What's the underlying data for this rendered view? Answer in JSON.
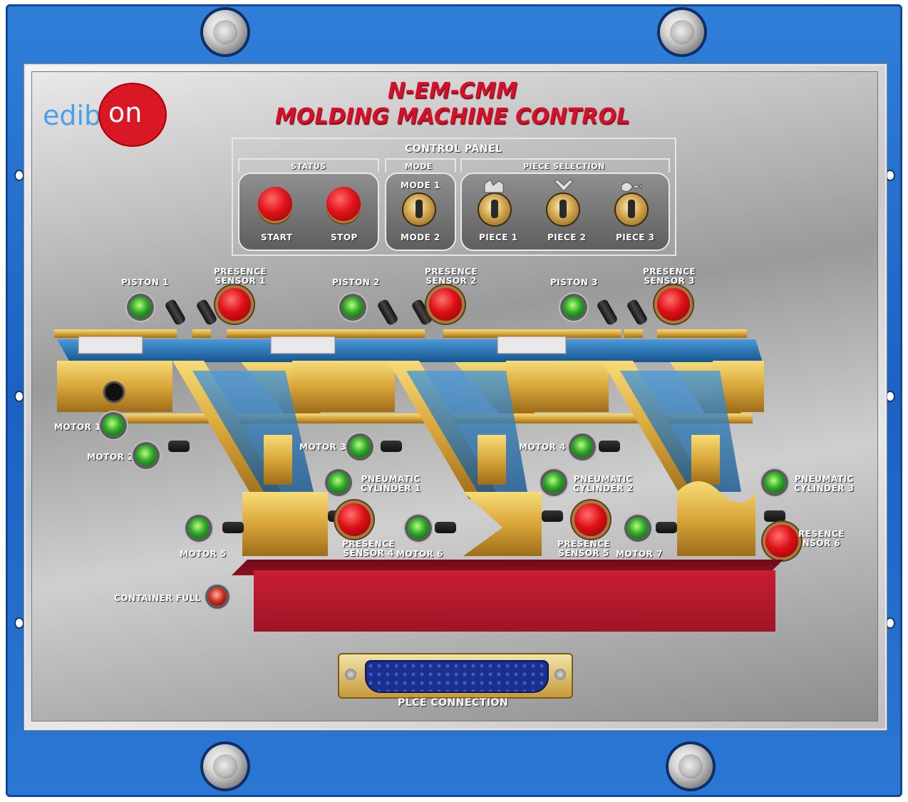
{
  "header": {
    "logo_left": "edib",
    "logo_right": "on",
    "title_line1": "N-EM-CMM",
    "title_line2": "MOLDING MACHINE CONTROL"
  },
  "control_panel": {
    "title": "CONTROL PANEL",
    "status": {
      "title": "STATUS",
      "start_label": "START",
      "stop_label": "STOP"
    },
    "mode": {
      "title": "MODE",
      "mode1_label": "MODE 1",
      "mode2_label": "MODE 2"
    },
    "piece_selection": {
      "title": "PIECE SELECTION",
      "piece1_label": "PIECE 1",
      "piece2_label": "PIECE 2",
      "piece3_label": "PIECE 3"
    }
  },
  "labels": {
    "piston1": "PISTON 1",
    "piston2": "PISTON 2",
    "piston3": "PISTON 3",
    "presence_sensor1_l1": "PRESENCE",
    "presence_sensor1_l2": "SENSOR 1",
    "presence_sensor2_l1": "PRESENCE",
    "presence_sensor2_l2": "SENSOR 2",
    "presence_sensor3_l1": "PRESENCE",
    "presence_sensor3_l2": "SENSOR 3",
    "motor1": "MOTOR 1",
    "motor2": "MOTOR 2",
    "motor3": "MOTOR 3",
    "motor4": "MOTOR 4",
    "motor5": "MOTOR 5",
    "motor6": "MOTOR 6",
    "motor7": "MOTOR 7",
    "pneumatic1_l1": "PNEUMATIC",
    "pneumatic1_l2": "CYLINDER 1",
    "pneumatic2_l1": "PNEUMATIC",
    "pneumatic2_l2": "CYLINDER 2",
    "pneumatic3_l1": "PNEUMATIC",
    "pneumatic3_l2": "CYLINDER 3",
    "presence_sensor4_l1": "PRESENCE",
    "presence_sensor4_l2": "SENSOR 4",
    "presence_sensor5_l1": "PRESENCE",
    "presence_sensor5_l2": "SENSOR 5",
    "presence_sensor6_l1": "RESENCE",
    "presence_sensor6_l2": "NSOR 6",
    "container_full": "CONTAINER FULL",
    "plce_connection": "PLCE CONNECTION"
  },
  "colors": {
    "frame_blue": "#1c61c2",
    "title_red": "#d3112b",
    "led_green": "#2ea62a",
    "container_red": "#c81e33",
    "gold": "#d9a63a",
    "belt_blue": "#1c5e98"
  },
  "icons": [
    "screw-icon",
    "led-indicator-icon",
    "push-button-icon",
    "toggle-switch-icon",
    "db-connector-icon"
  ]
}
